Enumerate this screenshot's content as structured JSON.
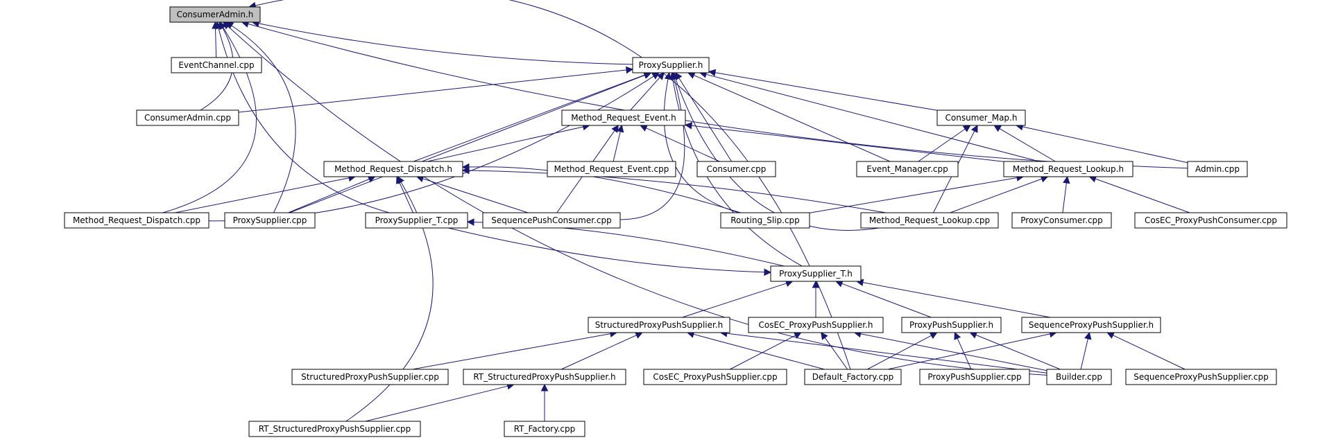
{
  "diagram": {
    "type": "include-dependency-graph",
    "root": "ConsumerAdmin.h",
    "nodes": [
      {
        "id": "n0",
        "label": "ConsumerAdmin.h",
        "highlight": true
      },
      {
        "id": "n1",
        "label": "EventChannel.cpp"
      },
      {
        "id": "n2",
        "label": "ProxySupplier.h"
      },
      {
        "id": "n3",
        "label": "ConsumerAdmin.cpp"
      },
      {
        "id": "n4",
        "label": "Method_Request_Event.h"
      },
      {
        "id": "n5",
        "label": "Consumer_Map.h"
      },
      {
        "id": "n6",
        "label": "Method_Request_Dispatch.h"
      },
      {
        "id": "n7",
        "label": "Method_Request_Event.cpp"
      },
      {
        "id": "n8",
        "label": "Consumer.cpp"
      },
      {
        "id": "n9",
        "label": "Event_Manager.cpp"
      },
      {
        "id": "n10",
        "label": "Method_Request_Lookup.h"
      },
      {
        "id": "n11",
        "label": "Admin.cpp"
      },
      {
        "id": "n12",
        "label": "Method_Request_Dispatch.cpp"
      },
      {
        "id": "n13",
        "label": "ProxySupplier.cpp"
      },
      {
        "id": "n14",
        "label": "ProxySupplier_T.cpp"
      },
      {
        "id": "n15",
        "label": "SequencePushConsumer.cpp"
      },
      {
        "id": "n16",
        "label": "Routing_Slip.cpp"
      },
      {
        "id": "n17",
        "label": "Method_Request_Lookup.cpp"
      },
      {
        "id": "n18",
        "label": "ProxyConsumer.cpp"
      },
      {
        "id": "n19",
        "label": "CosEC_ProxyPushConsumer.cpp"
      },
      {
        "id": "n20",
        "label": "ProxySupplier_T.h"
      },
      {
        "id": "n21",
        "label": "StructuredProxyPushSupplier.h"
      },
      {
        "id": "n22",
        "label": "CosEC_ProxyPushSupplier.h"
      },
      {
        "id": "n23",
        "label": "ProxyPushSupplier.h"
      },
      {
        "id": "n24",
        "label": "SequenceProxyPushSupplier.h"
      },
      {
        "id": "n25",
        "label": "StructuredProxyPushSupplier.cpp"
      },
      {
        "id": "n26",
        "label": "RT_StructuredProxyPushSupplier.h"
      },
      {
        "id": "n27",
        "label": "CosEC_ProxyPushSupplier.cpp"
      },
      {
        "id": "n28",
        "label": "Default_Factory.cpp"
      },
      {
        "id": "n29",
        "label": "ProxyPushSupplier.cpp"
      },
      {
        "id": "n30",
        "label": "Builder.cpp"
      },
      {
        "id": "n31",
        "label": "SequenceProxyPushSupplier.cpp"
      },
      {
        "id": "n32",
        "label": "RT_StructuredProxyPushSupplier.cpp"
      },
      {
        "id": "n33",
        "label": "RT_Factory.cpp"
      }
    ],
    "edges": [
      [
        "n1",
        "n0"
      ],
      [
        "n3",
        "n0"
      ],
      [
        "n12",
        "n0"
      ],
      [
        "n13",
        "n0"
      ],
      [
        "n14",
        "n0"
      ],
      [
        "n28",
        "n0"
      ],
      [
        "n2",
        "n0"
      ],
      [
        "n11",
        "n0"
      ],
      [
        "n30",
        "n0"
      ],
      [
        "n3",
        "n2"
      ],
      [
        "n4",
        "n2"
      ],
      [
        "n6",
        "n2"
      ],
      [
        "n8",
        "n2"
      ],
      [
        "n12",
        "n2"
      ],
      [
        "n13",
        "n2"
      ],
      [
        "n15",
        "n2"
      ],
      [
        "n16",
        "n2"
      ],
      [
        "n5",
        "n2"
      ],
      [
        "n9",
        "n2"
      ],
      [
        "n10",
        "n2"
      ],
      [
        "n17",
        "n2"
      ],
      [
        "n20",
        "n2"
      ],
      [
        "n6",
        "n4"
      ],
      [
        "n7",
        "n4"
      ],
      [
        "n8",
        "n4"
      ],
      [
        "n15",
        "n4"
      ],
      [
        "n10",
        "n4"
      ],
      [
        "n9",
        "n5"
      ],
      [
        "n10",
        "n5"
      ],
      [
        "n17",
        "n5"
      ],
      [
        "n11",
        "n5"
      ],
      [
        "n12",
        "n6"
      ],
      [
        "n13",
        "n6"
      ],
      [
        "n14",
        "n6"
      ],
      [
        "n15",
        "n6"
      ],
      [
        "n16",
        "n6"
      ],
      [
        "n17",
        "n6"
      ],
      [
        "n32",
        "n6"
      ],
      [
        "n16",
        "n10"
      ],
      [
        "n17",
        "n10"
      ],
      [
        "n18",
        "n10"
      ],
      [
        "n19",
        "n10"
      ],
      [
        "n20",
        "n14"
      ],
      [
        "n14",
        "n20"
      ],
      [
        "n21",
        "n20"
      ],
      [
        "n22",
        "n20"
      ],
      [
        "n23",
        "n20"
      ],
      [
        "n24",
        "n20"
      ],
      [
        "n25",
        "n21"
      ],
      [
        "n26",
        "n21"
      ],
      [
        "n28",
        "n21"
      ],
      [
        "n30",
        "n21"
      ],
      [
        "n27",
        "n22"
      ],
      [
        "n28",
        "n22"
      ],
      [
        "n30",
        "n22"
      ],
      [
        "n28",
        "n23"
      ],
      [
        "n29",
        "n23"
      ],
      [
        "n30",
        "n23"
      ],
      [
        "n28",
        "n24"
      ],
      [
        "n30",
        "n24"
      ],
      [
        "n31",
        "n24"
      ],
      [
        "n32",
        "n26"
      ],
      [
        "n33",
        "n26"
      ]
    ]
  },
  "colors": {
    "edge": "#191970",
    "node_border": "#000000",
    "node_fill": "#ffffff",
    "highlight_fill": "#bfbfbf"
  }
}
